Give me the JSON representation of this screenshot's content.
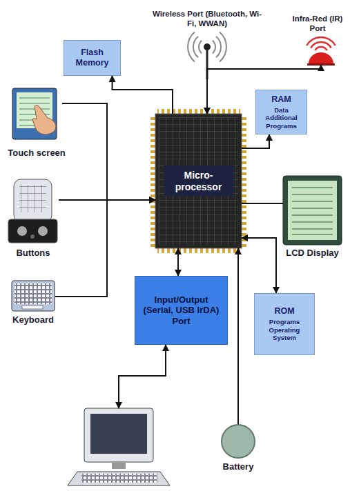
{
  "diagram": {
    "nodes": [
      {
        "text": [
          "Wireless Port (Bluetooth, Wi-Fi, WWAN)"
        ]
      },
      {
        "text": [
          "Infra-Red (IR) Port"
        ]
      },
      {
        "text": [
          "Flash Memory"
        ]
      },
      {
        "text": [
          "Touch screen"
        ]
      },
      {
        "text": [
          "RAM",
          "Data Additional Programs"
        ]
      },
      {
        "text": [
          "Micro- processor"
        ]
      },
      {
        "text": [
          "Buttons"
        ]
      },
      {
        "text": [
          "LCD Display"
        ]
      },
      {
        "text": [
          "Keyboard"
        ]
      },
      {
        "text": [
          "Input/Output (Serial, USB IrDA) Port"
        ]
      },
      {
        "text": [
          "ROM",
          "Programs Operating System"
        ]
      },
      {
        "text": [
          "Battery"
        ]
      }
    ],
    "edges": [
      {
        "from": 0,
        "to": 5,
        "arrow": "to"
      },
      {
        "from": 1,
        "to": 5,
        "arrow": "both"
      },
      {
        "from": 5,
        "to": 2,
        "arrow": "to"
      },
      {
        "from": 5,
        "to": 4,
        "arrow": "to"
      },
      {
        "from": 3,
        "to": 5,
        "arrow": "to"
      },
      {
        "from": 6,
        "to": 5,
        "arrow": "to"
      },
      {
        "from": 8,
        "to": 5,
        "arrow": "to"
      },
      {
        "from": 5,
        "to": 7,
        "arrow": "none"
      },
      {
        "from": 5,
        "to": 10,
        "arrow": "both"
      },
      {
        "from": 5,
        "to": 9,
        "arrow": "both"
      },
      {
        "from": 11,
        "to": 5,
        "arrow": "to"
      }
    ]
  }
}
